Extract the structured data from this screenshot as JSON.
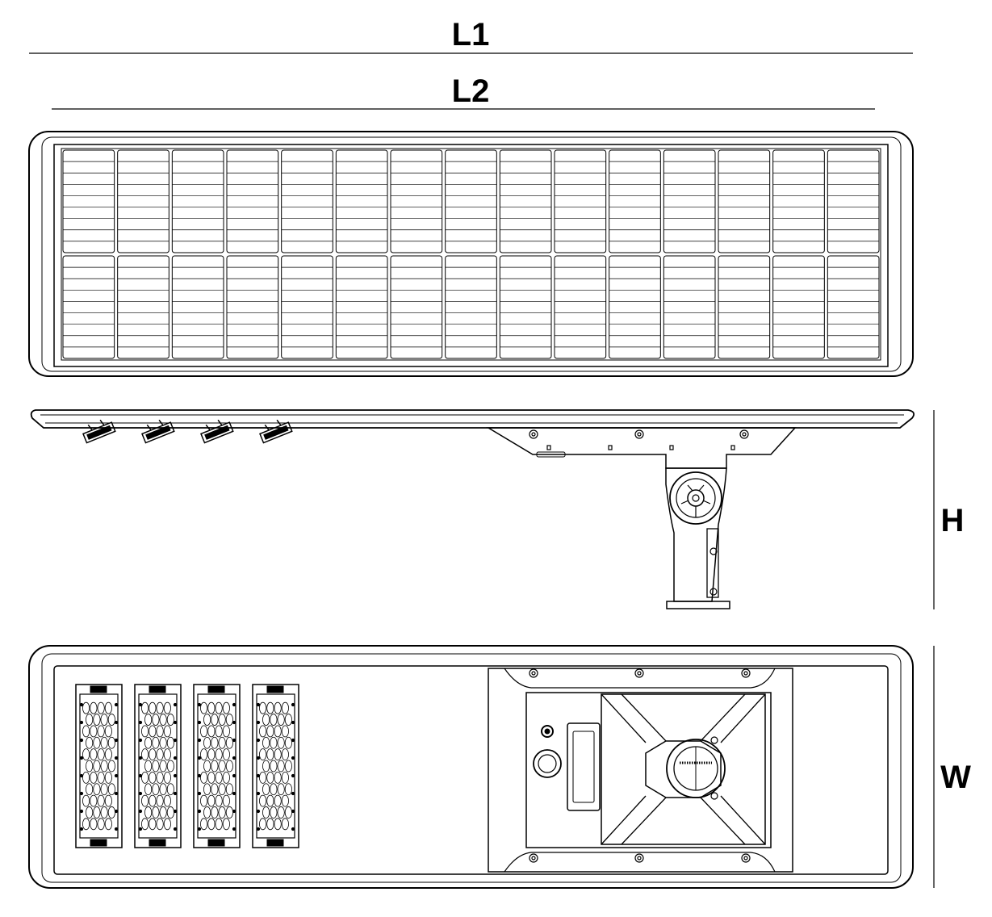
{
  "dimensions": {
    "overall_length": "L1",
    "panel_length": "L2",
    "height": "H",
    "width": "W"
  },
  "solar_panel": {
    "cell_columns": 15,
    "cell_rows": 2,
    "stripes_per_cell": 9
  },
  "led_modules": {
    "count": 4,
    "lens_columns": 4,
    "lens_rows": 11
  },
  "colors": {
    "line": "#000000",
    "background": "#ffffff"
  }
}
